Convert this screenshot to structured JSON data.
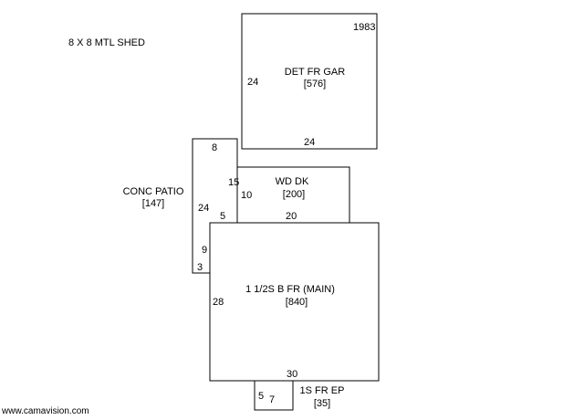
{
  "shed_note": "8 X 8 MTL SHED",
  "watermark": "www.camavision.com",
  "areas": {
    "garage": {
      "name": "DET FR GAR",
      "area": "[576]",
      "year": "1983",
      "dim_left": "24",
      "dim_bottom": "24"
    },
    "deck": {
      "name": "WD DK",
      "area": "[200]",
      "dim_left_top": "15",
      "dim_left": "10",
      "dim_bottom": "20"
    },
    "patio": {
      "name": "CONC PATIO",
      "area": "[147]",
      "dim_top": "8",
      "dim_left": "24",
      "dim_right": "5",
      "dim_lower": "9",
      "dim_bottom": "3"
    },
    "main": {
      "name": "1 1/2S B FR (MAIN)",
      "area": "[840]",
      "dim_left": "28",
      "dim_bottom": "30"
    },
    "porch": {
      "name": "1S FR EP",
      "area": "[35]",
      "dim_left": "5",
      "dim_bottom": "7"
    }
  }
}
